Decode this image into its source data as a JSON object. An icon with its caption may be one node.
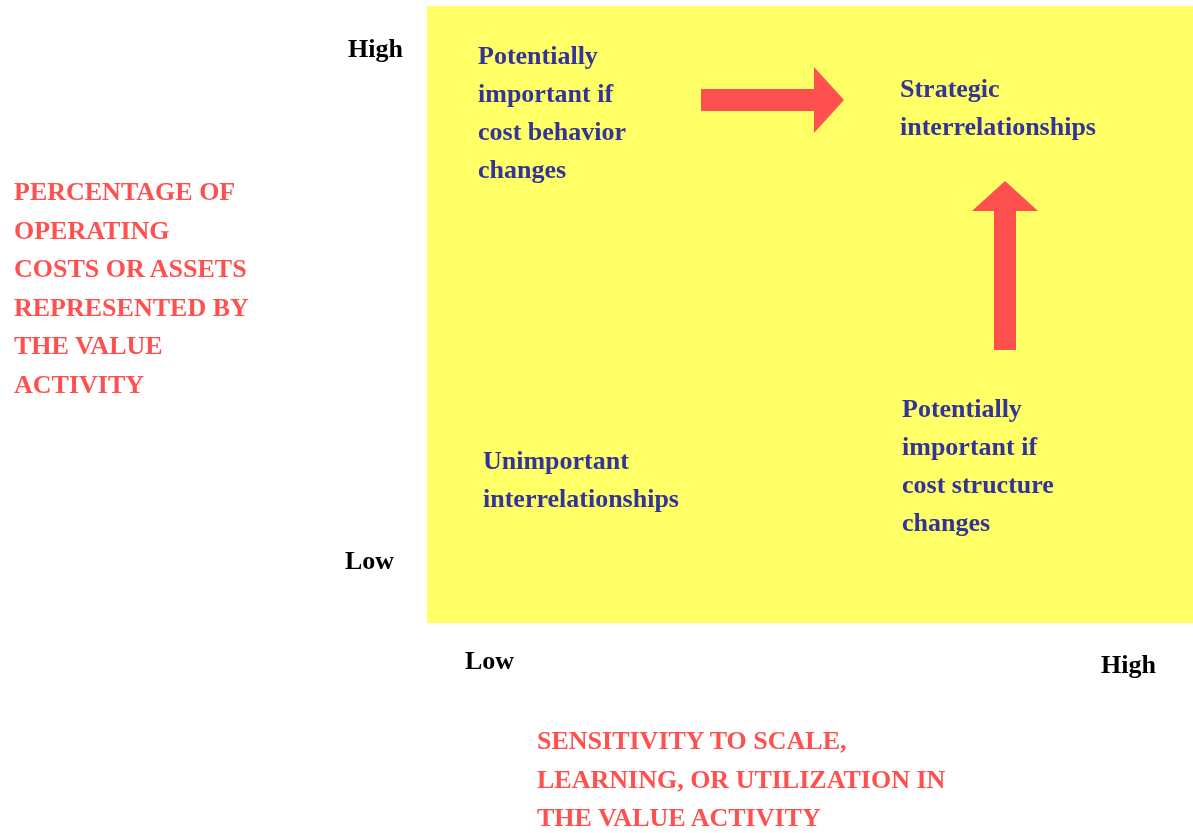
{
  "diagram": {
    "nodes": [
      {
        "text": [],
        "shape": "box"
      },
      {
        "text": [
          "Potentially important if cost behavior changes"
        ],
        "in": 0
      },
      {
        "text": [
          "Strategic interrelationships"
        ],
        "in": 0
      },
      {
        "text": [
          "Unimportant interrelationships"
        ],
        "in": 0
      },
      {
        "text": [
          "Potentially important if cost structure changes"
        ],
        "in": 0
      }
    ],
    "edges": [
      {
        "from": 1,
        "to": 2,
        "arrow": "to",
        "color": "#ff5050"
      },
      {
        "from": 4,
        "to": 2,
        "arrow": "to",
        "color": "#ff5050"
      }
    ],
    "labels": [
      "High",
      "PERCENTAGE OF OPERATING COSTS OR ASSETS REPRESENTED BY THE VALUE ACTIVITY",
      "Low",
      "Low",
      "High",
      "SENSITIVITY TO SCALE, LEARNING, OR UTILIZATION IN THE VALUE ACTIVITY"
    ]
  }
}
